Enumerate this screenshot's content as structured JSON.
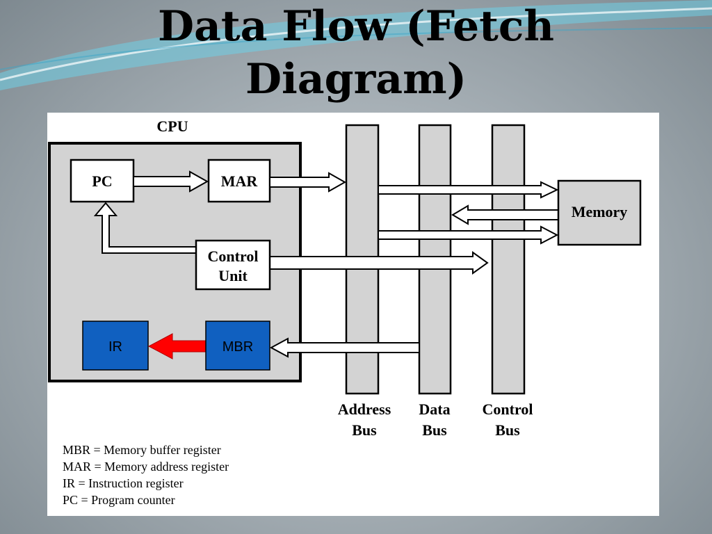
{
  "slide": {
    "title_line1": "Data Flow (Fetch",
    "title_line2": "Diagram)"
  },
  "diagram": {
    "cpu_label": "CPU",
    "pc_label": "PC",
    "mar_label": "MAR",
    "control_unit_line1": "Control",
    "control_unit_line2": "Unit",
    "ir_label": "IR",
    "mbr_label": "MBR",
    "memory_label": "Memory",
    "address_bus_line1": "Address",
    "address_bus_line2": "Bus",
    "data_bus_line1": "Data",
    "data_bus_line2": "Bus",
    "control_bus_line1": "Control",
    "control_bus_line2": "Bus"
  },
  "legend": {
    "items": [
      "MBR = Memory buffer register",
      "MAR = Memory address register",
      "IR = Instruction register",
      "PC = Program counter"
    ]
  },
  "colors": {
    "highlight_box": "#1060c0",
    "highlight_arrow": "#ff0000",
    "bus_fill": "#d3d3d3",
    "background": "#b0b8bd"
  }
}
